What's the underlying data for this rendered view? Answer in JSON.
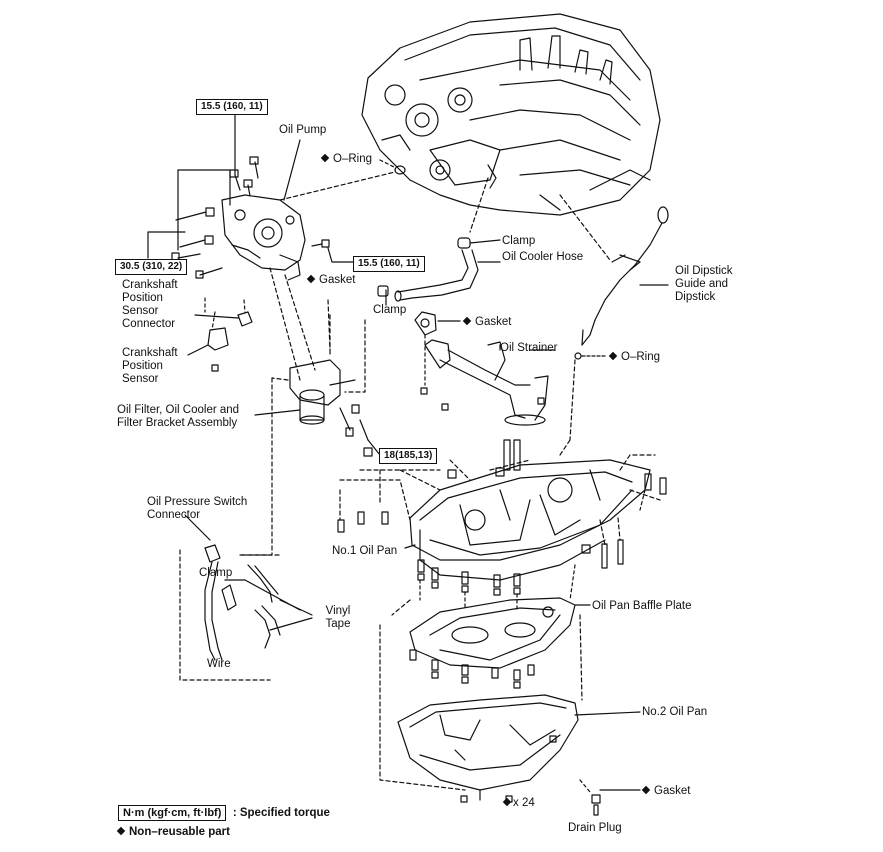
{
  "torque_labels": {
    "t_oil_pump_top": "15.5 (160, 11)",
    "t_oil_pump_left": "30.5 (310, 22)",
    "t_hose": "15.5 (160, 11)",
    "t_filter": "18(185,13)"
  },
  "labels": {
    "oil_pump": "Oil Pump",
    "oring_top": "O–Ring",
    "clamp_top": "Clamp",
    "oil_cooler_hose": "Oil Cooler Hose",
    "dipstick": "Oil Dipstick Guide and Dipstick",
    "gasket_pump": "Gasket",
    "clamp_mid": "Clamp",
    "gasket_strainer": "Gasket",
    "oil_strainer": "Oil Strainer",
    "oring_dip": "O–Ring",
    "crank_connector": "Crankshaft Position Sensor Connector",
    "crank_sensor": "Crankshaft Position Sensor",
    "oil_filter": "Oil Filter, Oil Cooler and Filter Bracket Assembly",
    "ops_connector": "Oil Pressure Switch Connector",
    "no1_pan": "No.1 Oil Pan",
    "clamp_low": "Clamp",
    "vinyl_tape": "Vinyl Tape",
    "wire": "Wire",
    "baffle": "Oil Pan Baffle Plate",
    "no2_pan": "No.2 Oil Pan",
    "gasket_drain": "Gasket",
    "x24": "x 24",
    "drain_plug": "Drain Plug"
  },
  "legend": {
    "unit_box": "N·m (kgf·cm, ft·lbf)",
    "specified": ": Specified torque",
    "non_reusable": "Non–reusable part"
  },
  "colors": {
    "ink": "#111111",
    "paper": "#ffffff"
  }
}
